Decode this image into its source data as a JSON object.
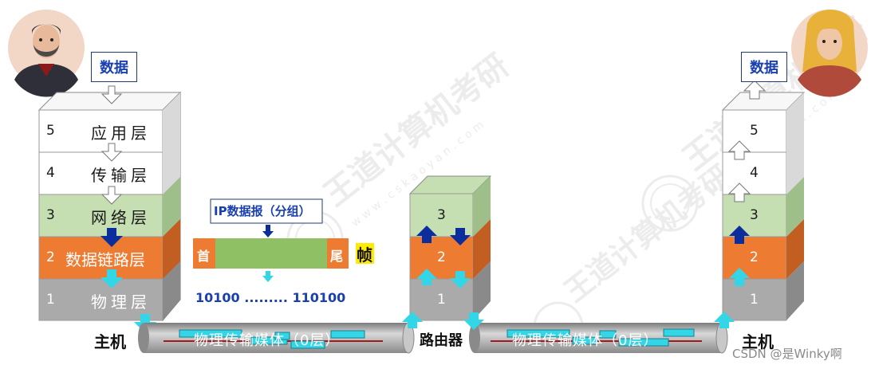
{
  "sender": {
    "data_label": "数据",
    "layers": [
      {
        "num": "5",
        "name": "应用层"
      },
      {
        "num": "4",
        "name": "传输层"
      },
      {
        "num": "3",
        "name": "网络层"
      },
      {
        "num": "2",
        "name": "数据链路层"
      },
      {
        "num": "1",
        "name": "物理层"
      }
    ],
    "host_label": "主机"
  },
  "packet": {
    "ip_label": "IP数据报（分组）",
    "head_label": "首",
    "tail_label": "尾",
    "frame_label": "帧",
    "bits": "10100 ......... 110100"
  },
  "router": {
    "label": "路由器",
    "layers": [
      "3",
      "2",
      "1"
    ]
  },
  "receiver": {
    "data_label": "数据",
    "layers": [
      "5",
      "4",
      "3",
      "2",
      "1"
    ],
    "host_label": "主机"
  },
  "media": {
    "label_left": "物理传输媒体（0层）",
    "label_right": "物理传输媒体（0层）"
  },
  "watermark": {
    "brand": "王道计算机考研",
    "site": "w w w . c s k a o y a n . c o m"
  },
  "credit": "CSDN @是Winky啊",
  "colors": {
    "white_layer": "#ffffff",
    "green_layer": "#c6dfb2",
    "orange_layer": "#ee7b32",
    "gray_layer": "#aaaaaa",
    "frame_body": "#8fc064",
    "frame_end": "#ee7b32",
    "cyan": "#33d6e6",
    "dark_blue": "#0c2d9c",
    "highlight": "#ffeb00"
  }
}
